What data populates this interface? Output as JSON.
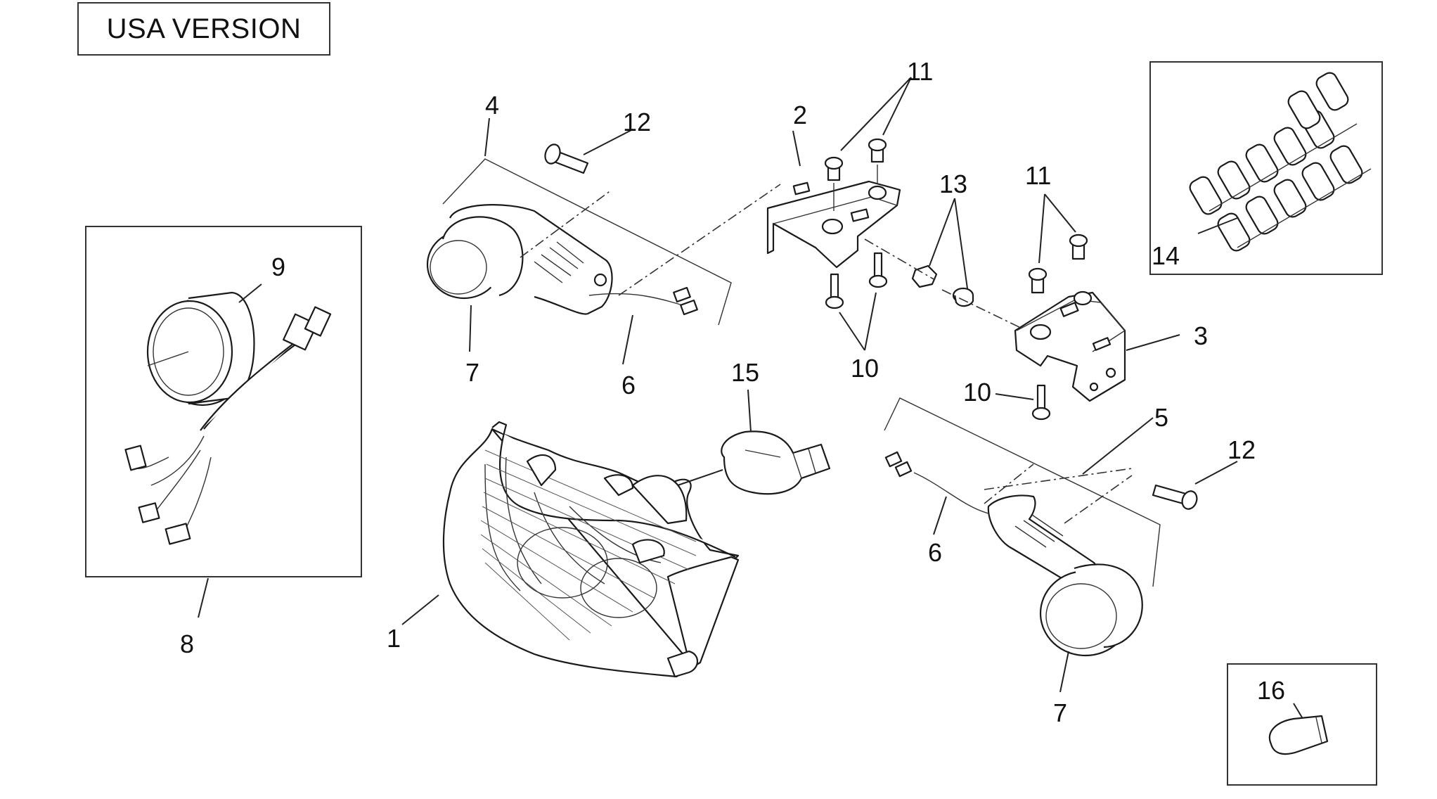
{
  "header": {
    "version_label": "USA VERSION"
  },
  "callouts": {
    "c1": "1",
    "c2": "2",
    "c3": "3",
    "c4": "4",
    "c5": "5",
    "c6a": "6",
    "c6b": "6",
    "c7a": "7",
    "c7b": "7",
    "c8": "8",
    "c9": "9",
    "c10a": "10",
    "c10b": "10",
    "c11a": "11",
    "c11b": "11",
    "c12a": "12",
    "c12b": "12",
    "c13": "13",
    "c14": "14",
    "c15": "15",
    "c16": "16"
  },
  "icons": {
    "headlight": "headlight-assembly-icon",
    "turn_signal": "turn-signal-icon",
    "bulb": "bulb-icon",
    "bracket": "bracket-icon",
    "wiring": "wiring-harness-icon",
    "fuse": "fuse-strip-icon"
  }
}
